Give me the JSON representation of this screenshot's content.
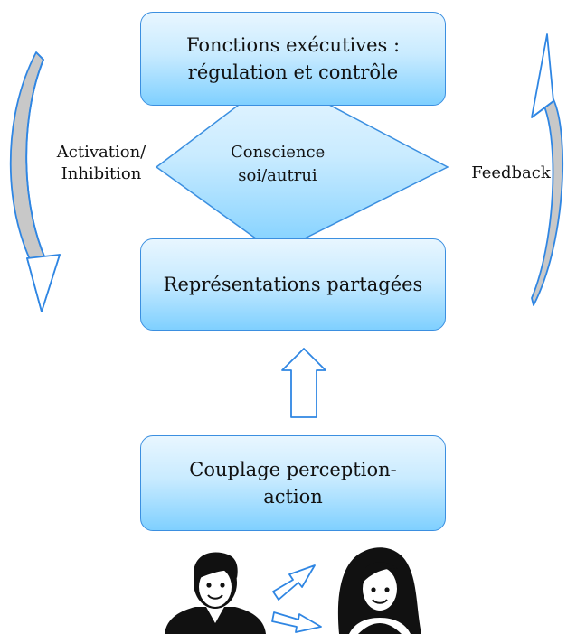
{
  "boxes": {
    "executive": {
      "line1": "Fonctions exécutives :",
      "line2": "régulation et contrôle"
    },
    "representations": {
      "label": "Représentations partagées"
    },
    "coupling": {
      "line1": "Couplage perception-",
      "line2": "action"
    }
  },
  "diamond": {
    "line1": "Conscience",
    "line2": "soi/autrui"
  },
  "left_label": {
    "line1": "Activation/",
    "line2": "Inhibition"
  },
  "right_label": "Feedback",
  "colors": {
    "box_border": "#3b8fe0",
    "box_fill_top": "#e8f6ff",
    "box_fill_bottom": "#7fd0ff",
    "arrow_stroke": "#2f86e3",
    "curved_arrow_fill": "#c8c8c8"
  },
  "icons": [
    "male-avatar-icon",
    "female-avatar-icon",
    "exchange-arrow-icon",
    "up-arrow-icon"
  ]
}
